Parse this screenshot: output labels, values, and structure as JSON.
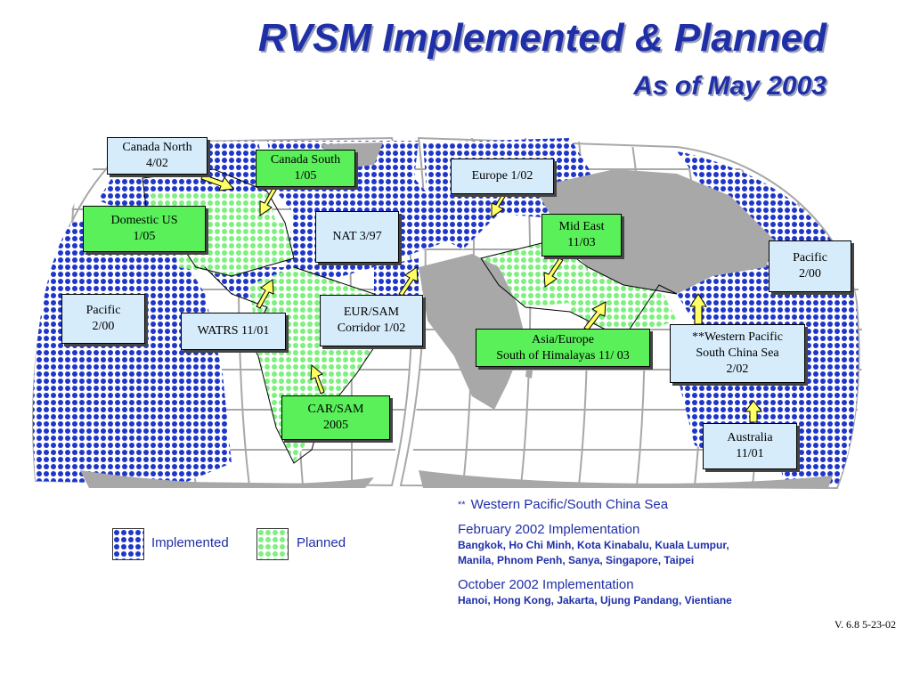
{
  "title": "RVSM Implemented & Planned",
  "subtitle": "As of May 2003",
  "colors": {
    "implemented_fill": "#2036c8",
    "planned_fill": "#7ef07e",
    "land_gray": "#a8a8a8",
    "label_blue": "#d6ecfb",
    "label_green": "#5af05a",
    "arrow_yellow": "#ffff66",
    "text_blue": "#1f2fa8"
  },
  "regions": [
    {
      "id": "canada-north",
      "text": "Canada North\n4/02",
      "status": "implemented"
    },
    {
      "id": "canada-south",
      "text": "Canada South\n1/05",
      "status": "planned"
    },
    {
      "id": "europe",
      "text": "Europe 1/02",
      "status": "implemented"
    },
    {
      "id": "domestic-us",
      "text": "Domestic US\n1/05",
      "status": "planned"
    },
    {
      "id": "nat",
      "text": "NAT 3/97",
      "status": "implemented"
    },
    {
      "id": "mid-east",
      "text": "Mid East\n11/03",
      "status": "planned"
    },
    {
      "id": "pacific-east",
      "text": "Pacific\n2/00",
      "status": "implemented"
    },
    {
      "id": "pacific-west",
      "text": "Pacific\n2/00",
      "status": "implemented"
    },
    {
      "id": "watrs",
      "text": "WATRS 11/01",
      "status": "implemented"
    },
    {
      "id": "eur-sam",
      "text": "EUR/SAM\nCorridor 1/02",
      "status": "implemented"
    },
    {
      "id": "asia-europe",
      "text": "Asia/Europe\nSouth of Himalayas 11/ 03",
      "status": "planned"
    },
    {
      "id": "western-pacific",
      "text": "**Western Pacific\nSouth China Sea\n2/02",
      "status": "implemented"
    },
    {
      "id": "car-sam",
      "text": "CAR/SAM\n2005",
      "status": "planned"
    },
    {
      "id": "australia",
      "text": "Australia\n11/01",
      "status": "implemented"
    }
  ],
  "legend": {
    "implemented": "Implemented",
    "planned": "Planned"
  },
  "notes": {
    "star": "**",
    "heading": "Western Pacific/South China Sea",
    "sections": [
      {
        "title": "February 2002  Implementation",
        "cities": "Bangkok, Ho Chi Minh, Kota Kinabalu, Kuala Lumpur,\nManila, Phnom Penh, Sanya, Singapore, Taipei"
      },
      {
        "title": "October 2002  Implementation",
        "cities": "Hanoi, Hong Kong, Jakarta, Ujung Pandang, Vientiane"
      }
    ]
  },
  "version": "V. 6.8   5-23-02"
}
